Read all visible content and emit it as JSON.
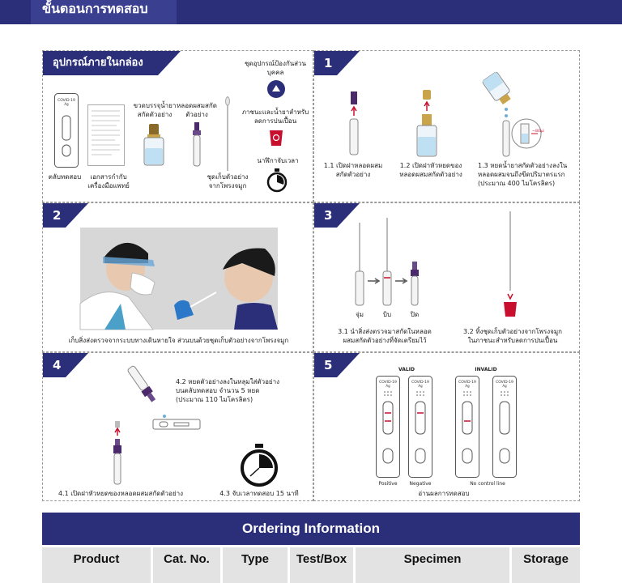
{
  "header": {
    "title": "ขั้นตอนการทดสอบ"
  },
  "kit": {
    "tag": "อุปกรณ์ภายในกล่อง",
    "cassette_label": "ตลับทดสอบ",
    "cassette_brand": "COVID-19",
    "cassette_ag": "Ag",
    "leaflet_label": "เอกสารกำกับเครื่องมือแพทย์",
    "bottle_label": "ขวดบรรจุน้ำยาสกัดตัวอย่าง",
    "tube_label": "หลอดผสมสกัดตัวอย่าง",
    "swab_label": "ชุดเก็บตัวอย่างจากโพรงจมูก",
    "ppe_label": "ชุดอุปกรณ์ป้องกันส่วนบุคคล",
    "biohazard_label": "ภาชนะและน้ำยาสำหรับลดการปนเปื้อน",
    "timer_label": "นาฬิกาจับเวลา"
  },
  "step1": {
    "num": "1",
    "c1": "1.1 เปิดฝาหลอดผสมสกัดตัวอย่าง",
    "c2": "1.2 เปิดฝาหัวหยดของหลอดผสมสกัดตัวอย่าง",
    "c3": "1.3 หยดน้ำยาสกัดตัวอย่างลงในหลอดผสมจนถึงขีดปริมาตรแรก (ประมาณ 400 ไมโครลิตร)",
    "mark_text": "~400μl"
  },
  "step2": {
    "num": "2",
    "c1": "เก็บสิ่งส่งตรวจจากระบบทางเดินหายใจ ส่วนบนด้วยชุดเก็บตัวอย่างจากโพรงจมูก"
  },
  "step3": {
    "num": "3",
    "dip": "จุ่ม",
    "break": "บิบ",
    "close": "ปิด",
    "c1": "3.1 นำสิ่งส่งตรวจมาสกัดในหลอดผสมสกัดตัวอย่างที่จัดเตรียมไว้",
    "c2": "3.2 ทิ้งชุดเก็บตัวอย่างจากโพรงจมูกในภาชนะสำหรับลดการปนเปื้อน"
  },
  "step4": {
    "num": "4",
    "c2": "4.2 หยดตัวอย่างลงในหลุมใส่ตัวอย่างบนตลับทดสอบ จำนวน 5 หยด (ประมาณ 110 ไมโครลิตร)",
    "c1": "4.1 เปิดฝาหัวหยดของหลอดผสมสกัดตัวอย่าง",
    "c3": "4.3 จับเวลาทดสอบ 15 นาที"
  },
  "step5": {
    "num": "5",
    "valid": "VALID",
    "invalid": "INVALID",
    "positive": "Positive",
    "negative": "Negative",
    "no_control": "No control line",
    "read": "อ่านผลการทดสอบ",
    "brand": "COVID-19",
    "ag": "Ag"
  },
  "ordering": {
    "title": "Ordering Information",
    "columns": [
      "Product",
      "Cat. No.",
      "Type",
      "Test/Box",
      "Specimen",
      "Storage"
    ]
  },
  "colors": {
    "navy": "#2b2f7a",
    "purple": "#4a2a6a",
    "red": "#c8102e",
    "lightblue": "#bfe0f2"
  }
}
